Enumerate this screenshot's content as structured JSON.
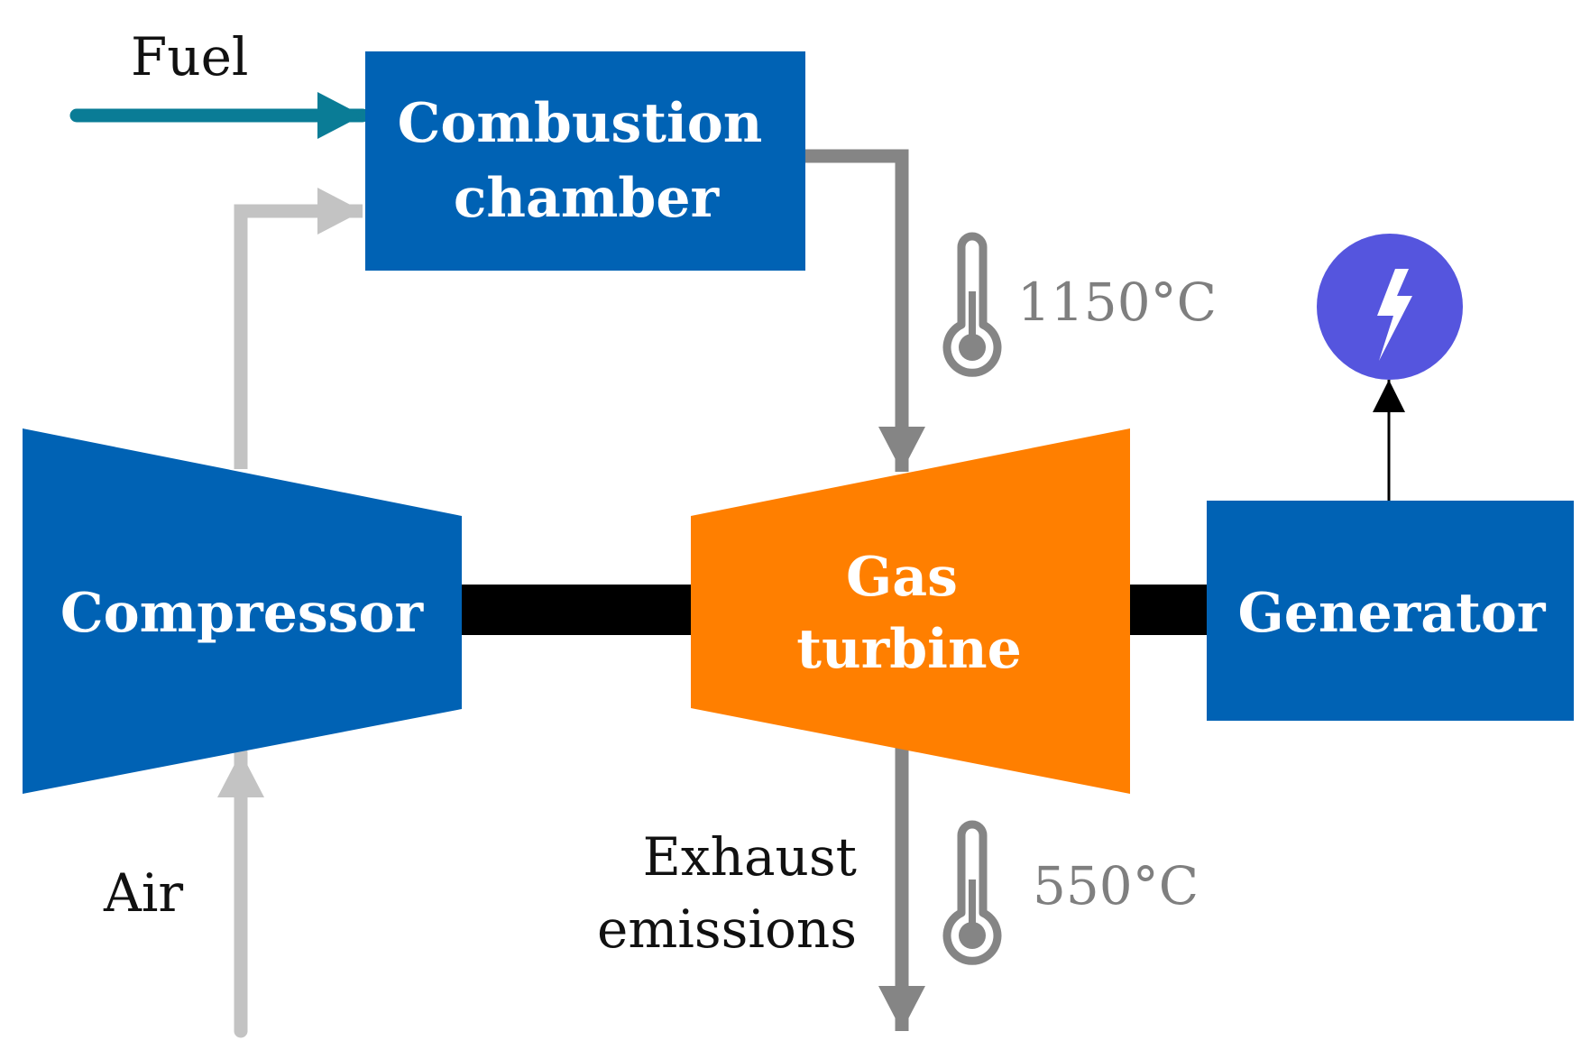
{
  "colors": {
    "blue_box": "#0062b4",
    "orange_turbine": "#ff7f00",
    "fuel_arrow": "#0a7c96",
    "air_arrow": "#c3c3c3",
    "gas_arrow": "#858585",
    "shaft": "#000000",
    "power_circle": "#5555de",
    "temp_text": "#7f7f7f"
  },
  "icons": {
    "thermometer": "thermometer-icon",
    "power": "lightning-bolt-icon"
  },
  "labels": {
    "fuel": "Fuel",
    "air": "Air",
    "combustion_line1": "Combustion",
    "combustion_line2": "chamber",
    "compressor": "Compressor",
    "turbine_line1": "Gas",
    "turbine_line2": "turbine",
    "generator": "Generator",
    "exhaust_line1": "Exhaust",
    "exhaust_line2": "emissions",
    "temp_turbine_inlet": "1150°C",
    "temp_exhaust": "550°C"
  }
}
